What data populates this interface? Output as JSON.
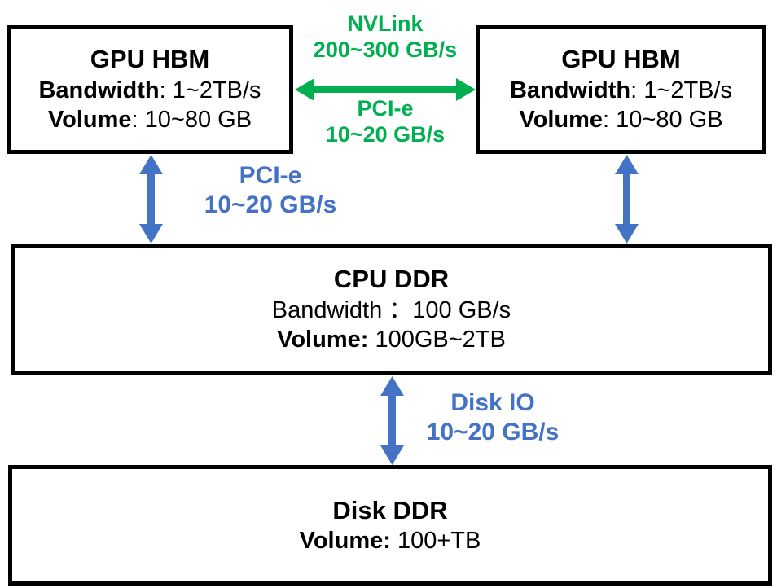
{
  "colors": {
    "box_border": "#000000",
    "nvlink_green": "#00b050",
    "pcie_blue": "#4472c4"
  },
  "gpu_left": {
    "title": "GPU HBM",
    "bandwidth_key": "Bandwidth",
    "bandwidth_val": ": 1~2TB/s",
    "volume_key": "Volume",
    "volume_val": ": 10~80 GB"
  },
  "gpu_right": {
    "title": "GPU HBM",
    "bandwidth_key": "Bandwidth",
    "bandwidth_val": ": 1~2TB/s",
    "volume_key": "Volume",
    "volume_val": ": 10~80 GB"
  },
  "cpu": {
    "title": "CPU DDR",
    "bandwidth_line": "Bandwidth ：100 GB/s",
    "volume_key": "Volume:",
    "volume_val": " 100GB~2TB"
  },
  "disk": {
    "title": "Disk DDR",
    "volume_key": "Volume:",
    "volume_val": " 100+TB"
  },
  "links": {
    "nvlink_name": "NVLink",
    "nvlink_speed": "200~300 GB/s",
    "pcie_green_name": "PCI-e",
    "pcie_green_speed": "10~20 GB/s",
    "pcie_blue_name": "PCI-e",
    "pcie_blue_speed": "10~20 GB/s",
    "diskio_name": "Disk IO",
    "diskio_speed": "10~20 GB/s"
  }
}
